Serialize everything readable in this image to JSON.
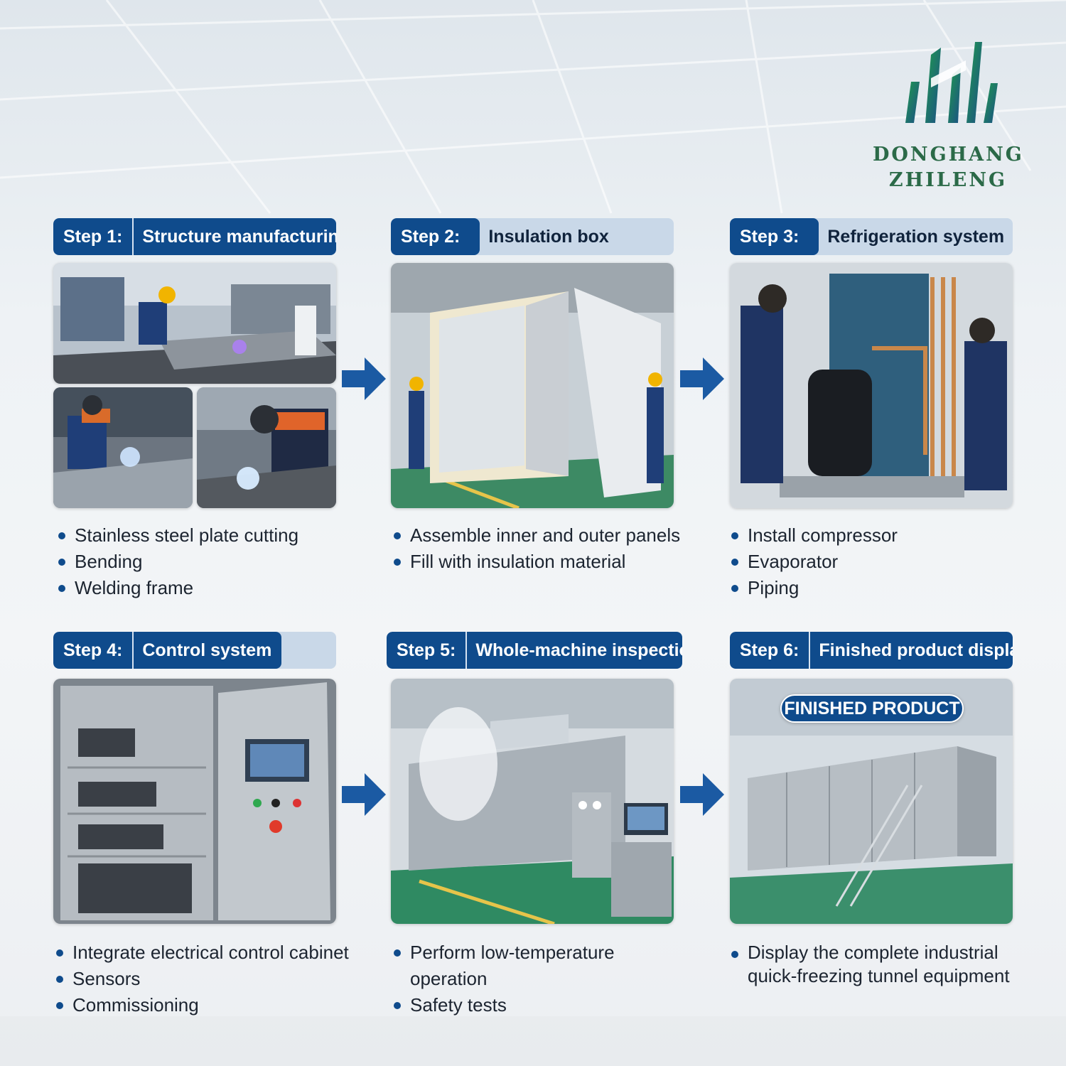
{
  "brand": {
    "line1": "DONGHANG",
    "line2": "ZHILENG",
    "icon": "building-bars-logo-icon",
    "color": "#2b6a48"
  },
  "colors": {
    "accent": "#0f4b8c",
    "header_bg": "#c9d8e8"
  },
  "steps": [
    {
      "num": "Step 1:",
      "title": "Structure manufacturing",
      "bullets": [
        "Stainless steel plate cutting",
        "Bending",
        "Welding frame"
      ]
    },
    {
      "num": "Step 2:",
      "title": "Insulation box",
      "bullets": [
        "Assemble inner and outer panels",
        "Fill with insulation material"
      ]
    },
    {
      "num": "Step 3:",
      "title": "Refrigeration system",
      "bullets": [
        "Install compressor",
        "Evaporator",
        "Piping"
      ]
    },
    {
      "num": "Step 4:",
      "title": "Control system",
      "bullets": [
        "Integrate electrical control cabinet",
        "Sensors",
        "Commissioning"
      ]
    },
    {
      "num": "Step 5:",
      "title": "Whole-machine inspection",
      "bullets": [
        "Perform low-temperature operation",
        "Safety tests"
      ]
    },
    {
      "num": "Step 6:",
      "title": "Finished product display",
      "bullets": [
        "Display the complete industrial quick-freezing tunnel equipment"
      ]
    }
  ],
  "finished_badge": "FINISHED PRODUCT",
  "arrow_icon": "right-arrow-icon"
}
